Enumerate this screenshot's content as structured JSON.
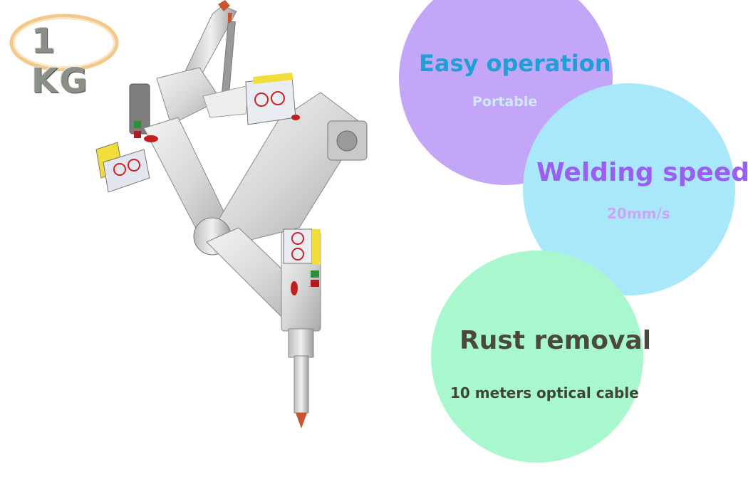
{
  "logo": {
    "text": "1 KG"
  },
  "features": [
    {
      "title": "Easy operation",
      "subtitle": "Portable",
      "circle_color": "#c3a6f7",
      "title_color": "#1f9fd6",
      "subtitle_color": "#cfe9ff"
    },
    {
      "title": "Welding speed",
      "subtitle": "20mm/s",
      "circle_color": "#a9e8fa",
      "title_color": "#9a5ef0",
      "subtitle_color": "#c9a7f7"
    },
    {
      "title": "Rust removal",
      "subtitle": "10 meters optical cable",
      "circle_color": "#a8f7cd",
      "title_color": "#4a4a3c",
      "subtitle_color": "#3d4536"
    }
  ]
}
